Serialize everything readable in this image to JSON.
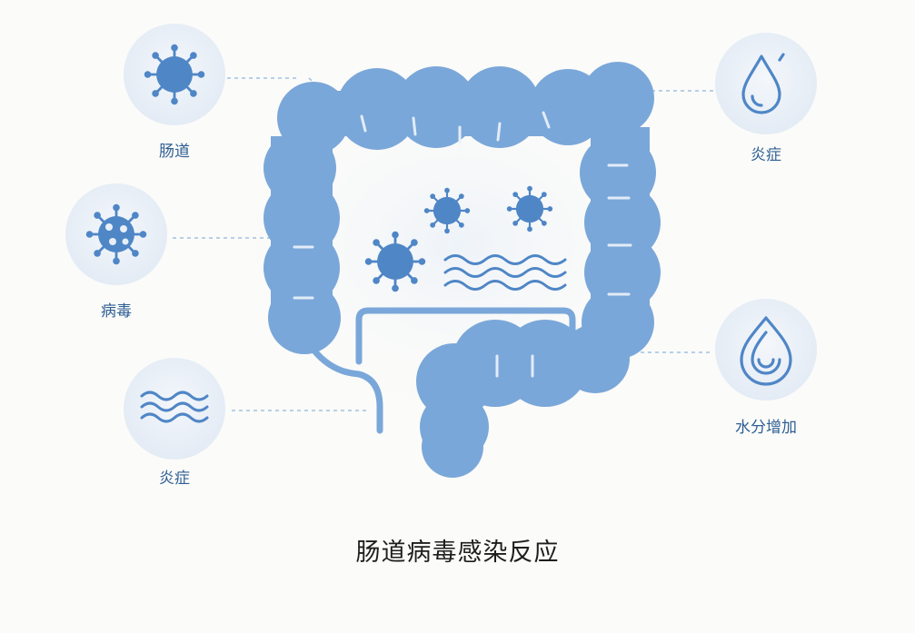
{
  "labels": {
    "intestine": "肠道",
    "virus": "病毒",
    "inflammation_left": "炎症",
    "inflammation_right": "炎症",
    "water_increase": "水分增加"
  },
  "title": "肠道病毒感染反应",
  "colors": {
    "intestine": "#7aa7d9",
    "icon": "#4f86c6",
    "circle_bg": "#e8eff7",
    "dashed_line": "#9fc1e3",
    "label_text": "#2f5f94",
    "title_text": "#1e1e1e"
  },
  "icons": [
    "virus-icon",
    "virus-icon",
    "waves-icon",
    "water-drop-icon",
    "water-swirl-icon"
  ]
}
